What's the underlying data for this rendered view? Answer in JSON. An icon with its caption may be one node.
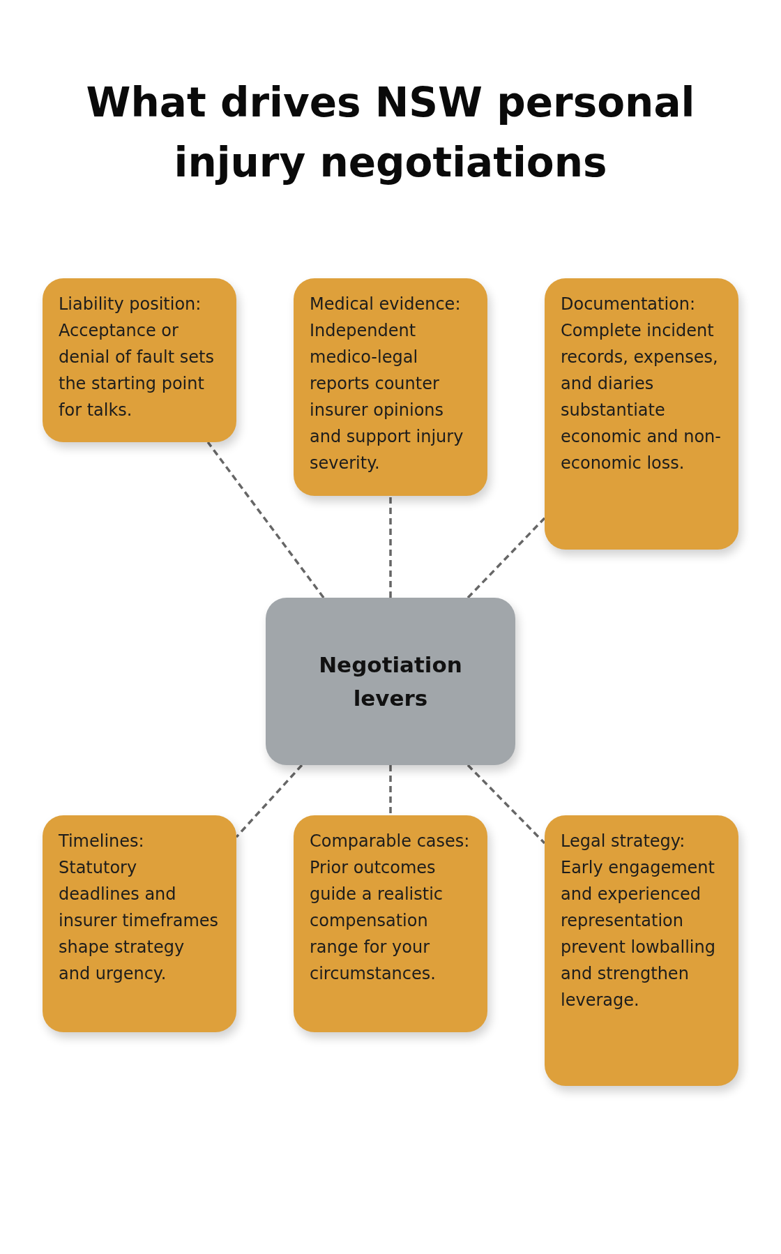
{
  "diagram": {
    "title": "What drives NSW personal injury negotiations",
    "nodes": [
      {
        "text": [
          "Liability position: Acceptance or denial of fault sets the starting point for talks."
        ]
      },
      {
        "text": [
          "Medical evidence: Independent medico-legal reports counter insurer opinions and support injury severity."
        ]
      },
      {
        "text": [
          "Documentation: Complete incident records, expenses, and diaries substantiate economic and non-economic loss."
        ]
      },
      {
        "text": [
          "Negotiation levers"
        ]
      },
      {
        "text": [
          "Timelines: Statutory deadlines and insurer timeframes shape strategy and urgency."
        ]
      },
      {
        "text": [
          "Comparable cases: Prior outcomes guide a realistic compensation range for your circumstances."
        ]
      },
      {
        "text": [
          "Legal strategy: Early engagement and experienced representation prevent lowballing and strengthen leverage."
        ]
      }
    ],
    "edges": [
      {
        "from": 3,
        "to": 0,
        "arrow": "none",
        "style": "dashed"
      },
      {
        "from": 3,
        "to": 1,
        "arrow": "none",
        "style": "dashed"
      },
      {
        "from": 3,
        "to": 2,
        "arrow": "none",
        "style": "dashed"
      },
      {
        "from": 3,
        "to": 4,
        "arrow": "none",
        "style": "dashed"
      },
      {
        "from": 3,
        "to": 5,
        "arrow": "none",
        "style": "dashed"
      },
      {
        "from": 3,
        "to": 6,
        "arrow": "none",
        "style": "dashed"
      }
    ]
  }
}
